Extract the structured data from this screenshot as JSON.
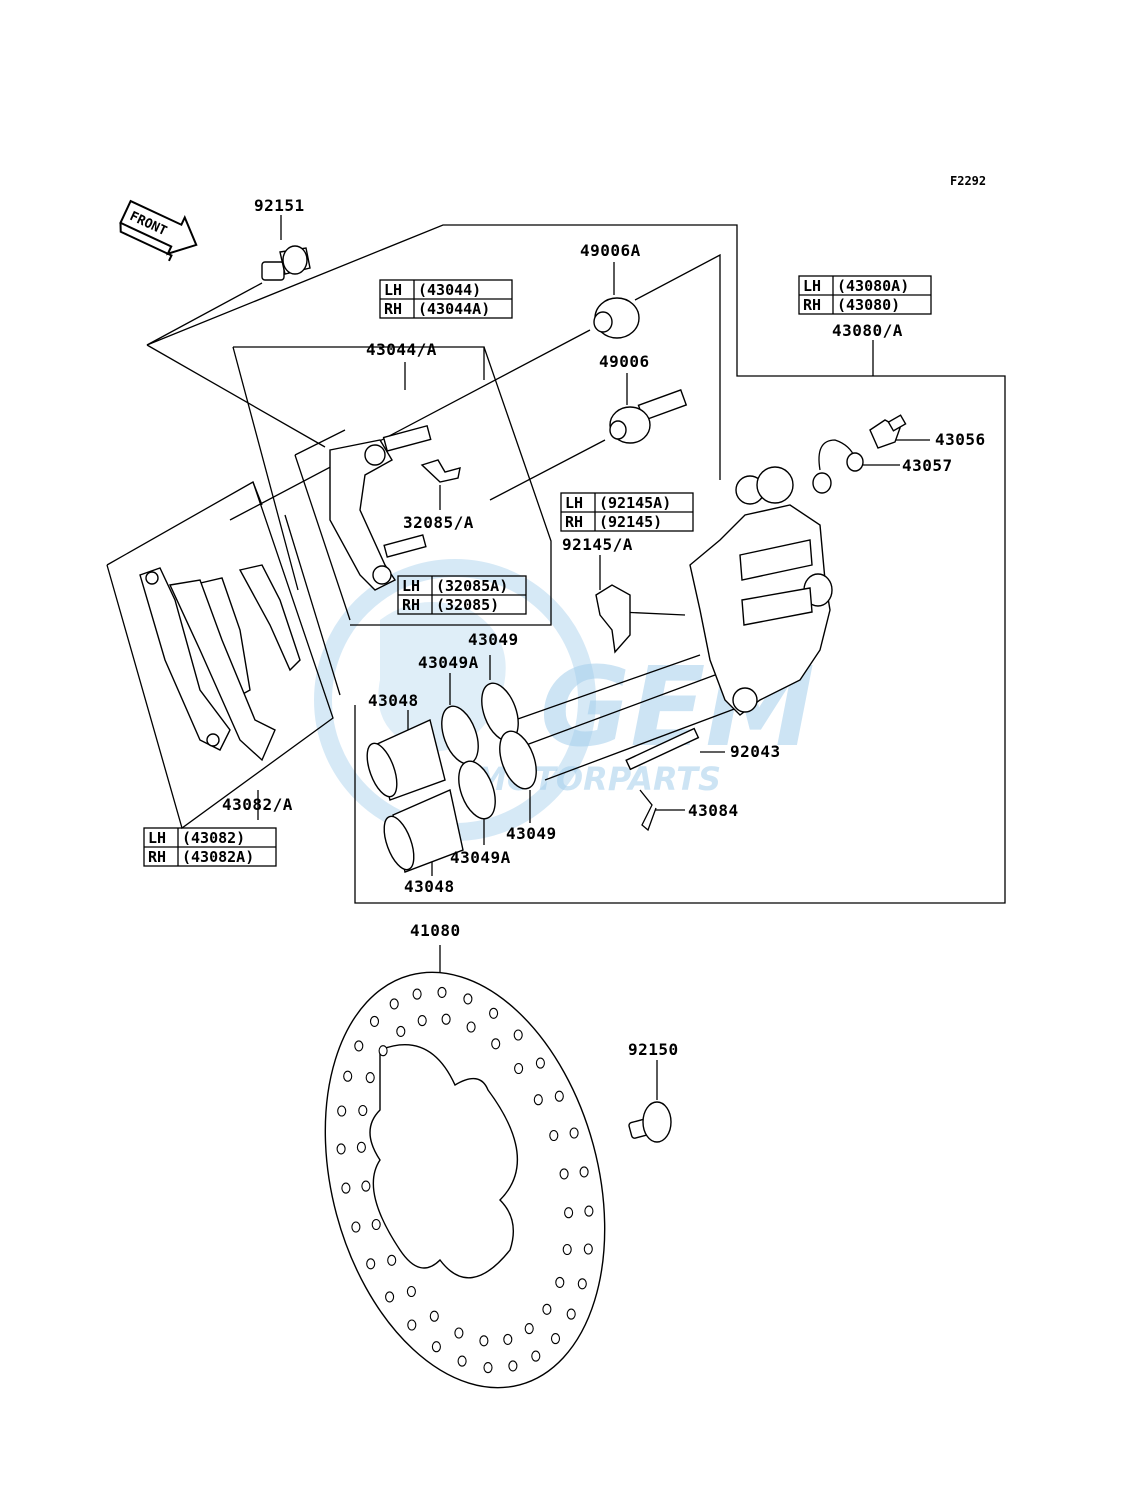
{
  "figure_code": "F2292",
  "front_arrow": {
    "label": "FRONT"
  },
  "watermark": {
    "logo": "GEM",
    "subtitle": "MOTORPARTS",
    "color": "#5aa6dc"
  },
  "parts": {
    "p92151": "92151",
    "p49006A": "49006A",
    "p43044A": "43044/A",
    "p49006": "49006",
    "p43080A": "43080/A",
    "p43056": "43056",
    "p43057": "43057",
    "p32085A": "32085/A",
    "p92145A": "92145/A",
    "p43049_top": "43049",
    "p43049A_top": "43049A",
    "p43048_top": "43048",
    "p92043": "92043",
    "p43084": "43084",
    "p43049_bot": "43049",
    "p43049A_bot": "43049A",
    "p43048_bot": "43048",
    "p43082A": "43082/A",
    "p41080": "41080",
    "p92150": "92150"
  },
  "tables": {
    "t43044": {
      "lh": "LH",
      "lh_val": "(43044)",
      "rh": "RH",
      "rh_val": "(43044A)"
    },
    "t43080": {
      "lh": "LH",
      "lh_val": "(43080A)",
      "rh": "RH",
      "rh_val": "(43080)"
    },
    "t92145": {
      "lh": "LH",
      "lh_val": "(92145A)",
      "rh": "RH",
      "rh_val": "(92145)"
    },
    "t32085": {
      "lh": "LH",
      "lh_val": "(32085A)",
      "rh": "RH",
      "rh_val": "(32085)"
    },
    "t43082": {
      "lh": "LH",
      "lh_val": "(43082)",
      "rh": "RH",
      "rh_val": "(43082A)"
    }
  }
}
